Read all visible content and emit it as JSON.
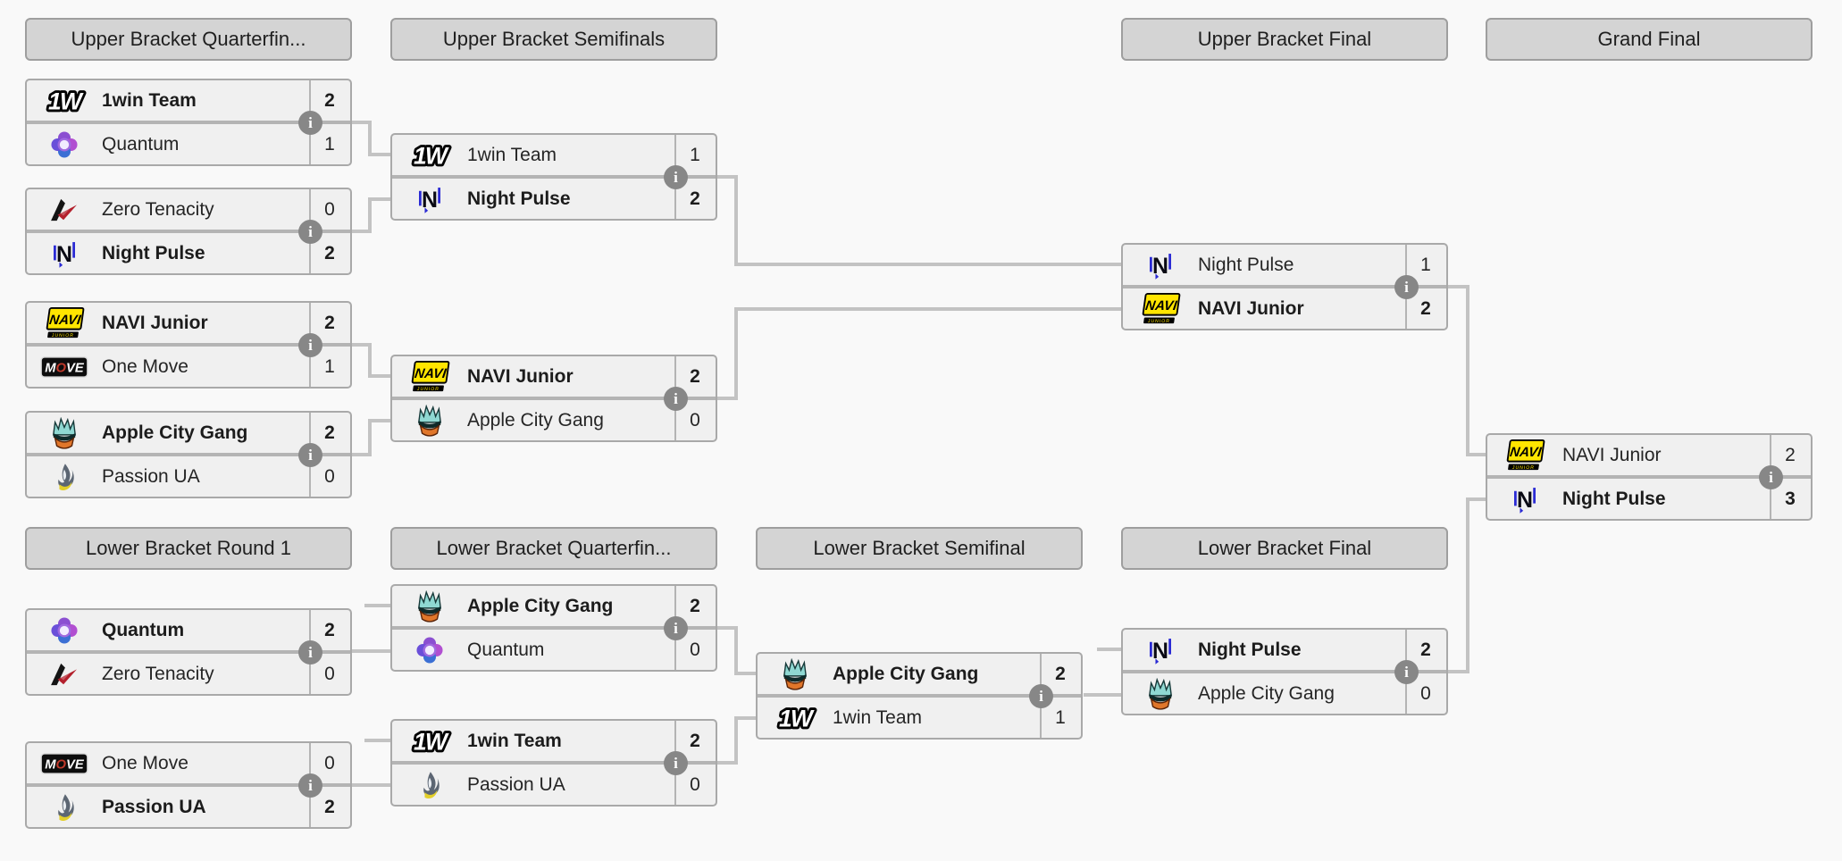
{
  "colors": {
    "background": "#f9f9f9",
    "header_bg": "#d4d4d4",
    "header_border": "#9e9e9e",
    "match_bg": "#f0f0f0",
    "match_border": "#a9a9a9",
    "divider": "#b4b4b4",
    "connector": "#c3c3c3",
    "info_bg": "#878787",
    "info_fg": "#ffffff",
    "text": "#252525"
  },
  "headers": {
    "upper_quarterfinals": "Upper Bracket Quarterfin...",
    "upper_semifinals": "Upper Bracket Semifinals",
    "upper_final": "Upper Bracket Final",
    "grand_final": "Grand Final",
    "lower_round1": "Lower Bracket Round 1",
    "lower_quarterfinals": "Lower Bracket Quarterfin...",
    "lower_semifinal": "Lower Bracket Semifinal",
    "lower_final": "Lower Bracket Final"
  },
  "info_icon_glyph": "i",
  "matches": {
    "ub_qf_1": {
      "top": {
        "name": "1win Team",
        "score": "2",
        "winner": true
      },
      "bottom": {
        "name": "Quantum",
        "score": "1",
        "winner": false
      }
    },
    "ub_qf_2": {
      "top": {
        "name": "Zero Tenacity",
        "score": "0",
        "winner": false
      },
      "bottom": {
        "name": "Night Pulse",
        "score": "2",
        "winner": true
      }
    },
    "ub_qf_3": {
      "top": {
        "name": "NAVI Junior",
        "score": "2",
        "winner": true
      },
      "bottom": {
        "name": "One Move",
        "score": "1",
        "winner": false
      }
    },
    "ub_qf_4": {
      "top": {
        "name": "Apple City Gang",
        "score": "2",
        "winner": true
      },
      "bottom": {
        "name": "Passion UA",
        "score": "0",
        "winner": false
      }
    },
    "ub_sf_1": {
      "top": {
        "name": "1win Team",
        "score": "1",
        "winner": false
      },
      "bottom": {
        "name": "Night Pulse",
        "score": "2",
        "winner": true
      }
    },
    "ub_sf_2": {
      "top": {
        "name": "NAVI Junior",
        "score": "2",
        "winner": true
      },
      "bottom": {
        "name": "Apple City Gang",
        "score": "0",
        "winner": false
      }
    },
    "ub_final": {
      "top": {
        "name": "Night Pulse",
        "score": "1",
        "winner": false
      },
      "bottom": {
        "name": "NAVI Junior",
        "score": "2",
        "winner": true
      }
    },
    "grand_final": {
      "top": {
        "name": "NAVI Junior",
        "score": "2",
        "winner": false
      },
      "bottom": {
        "name": "Night Pulse",
        "score": "3",
        "winner": true
      }
    },
    "lb_r1_1": {
      "top": {
        "name": "Quantum",
        "score": "2",
        "winner": true
      },
      "bottom": {
        "name": "Zero Tenacity",
        "score": "0",
        "winner": false
      }
    },
    "lb_r1_2": {
      "top": {
        "name": "One Move",
        "score": "0",
        "winner": false
      },
      "bottom": {
        "name": "Passion UA",
        "score": "2",
        "winner": true
      }
    },
    "lb_qf_1": {
      "top": {
        "name": "Apple City Gang",
        "score": "2",
        "winner": true
      },
      "bottom": {
        "name": "Quantum",
        "score": "0",
        "winner": false
      }
    },
    "lb_qf_2": {
      "top": {
        "name": "1win Team",
        "score": "2",
        "winner": true
      },
      "bottom": {
        "name": "Passion UA",
        "score": "0",
        "winner": false
      }
    },
    "lb_sf": {
      "top": {
        "name": "Apple City Gang",
        "score": "2",
        "winner": true
      },
      "bottom": {
        "name": "1win Team",
        "score": "1",
        "winner": false
      }
    },
    "lb_final": {
      "top": {
        "name": "Night Pulse",
        "score": "2",
        "winner": true
      },
      "bottom": {
        "name": "Apple City Gang",
        "score": "0",
        "winner": false
      }
    }
  }
}
